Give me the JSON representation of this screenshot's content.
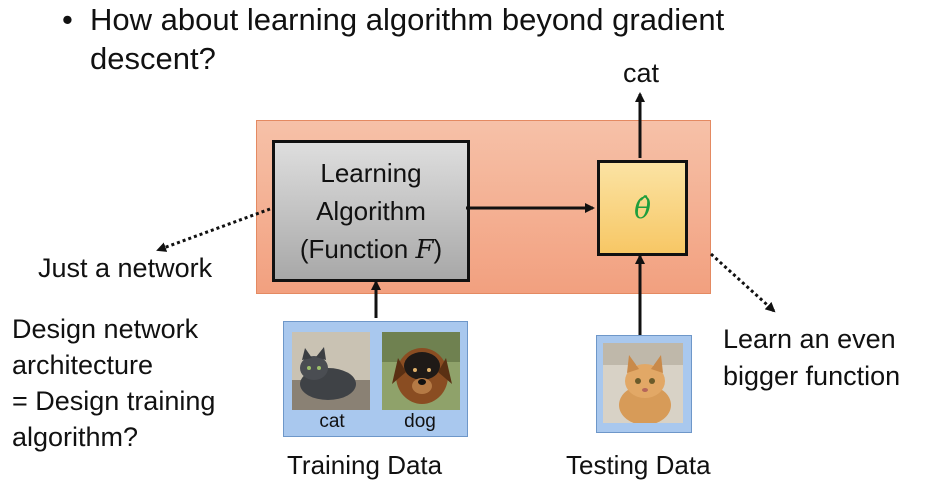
{
  "slide": {
    "bullet_symbol": "•",
    "bullet_line1": "How about learning algorithm beyond gradient",
    "bullet_line2": "descent?"
  },
  "diagram": {
    "algorithm": {
      "line1": "Learning",
      "line2": "Algorithm",
      "line3_prefix": "(Function ",
      "line3_var": "F",
      "line3_suffix": ")"
    },
    "theta_label": "θ̂",
    "output_label": "cat",
    "just_network": "Just a network",
    "design_note": {
      "line1": "Design network",
      "line2": "architecture",
      "line3": "= Design training",
      "line4": "algorithm?"
    },
    "bigger_function": {
      "line1": "Learn an even",
      "line2": "bigger function"
    },
    "training": {
      "caption": "Training Data",
      "images": [
        {
          "label": "cat"
        },
        {
          "label": "dog"
        }
      ]
    },
    "testing": {
      "caption": "Testing Data"
    }
  },
  "colors": {
    "outer_box": "#f2a07f",
    "algorithm_box": "#bdbdbd",
    "theta_box": "#f9d27e",
    "theta_text": "#1f9e3c",
    "data_panel": "#a9c8ee"
  }
}
